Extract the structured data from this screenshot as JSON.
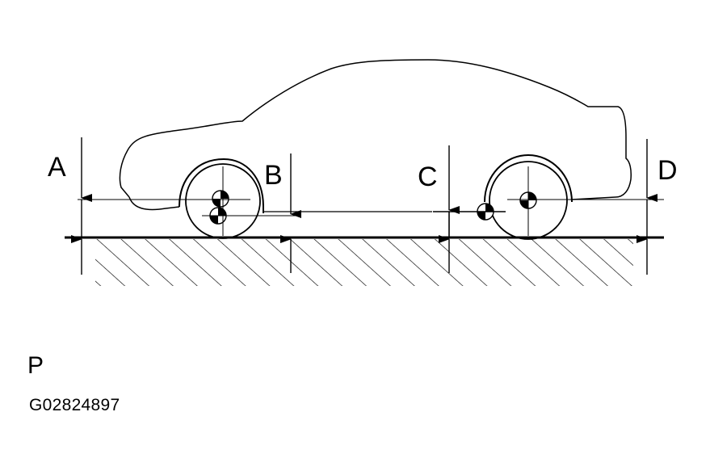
{
  "labels": {
    "a": "A",
    "b": "B",
    "c": "C",
    "d": "D"
  },
  "page_marker": "P",
  "figure_id": "G02824897",
  "colors": {
    "ink": "#000000",
    "paper": "#ffffff"
  }
}
